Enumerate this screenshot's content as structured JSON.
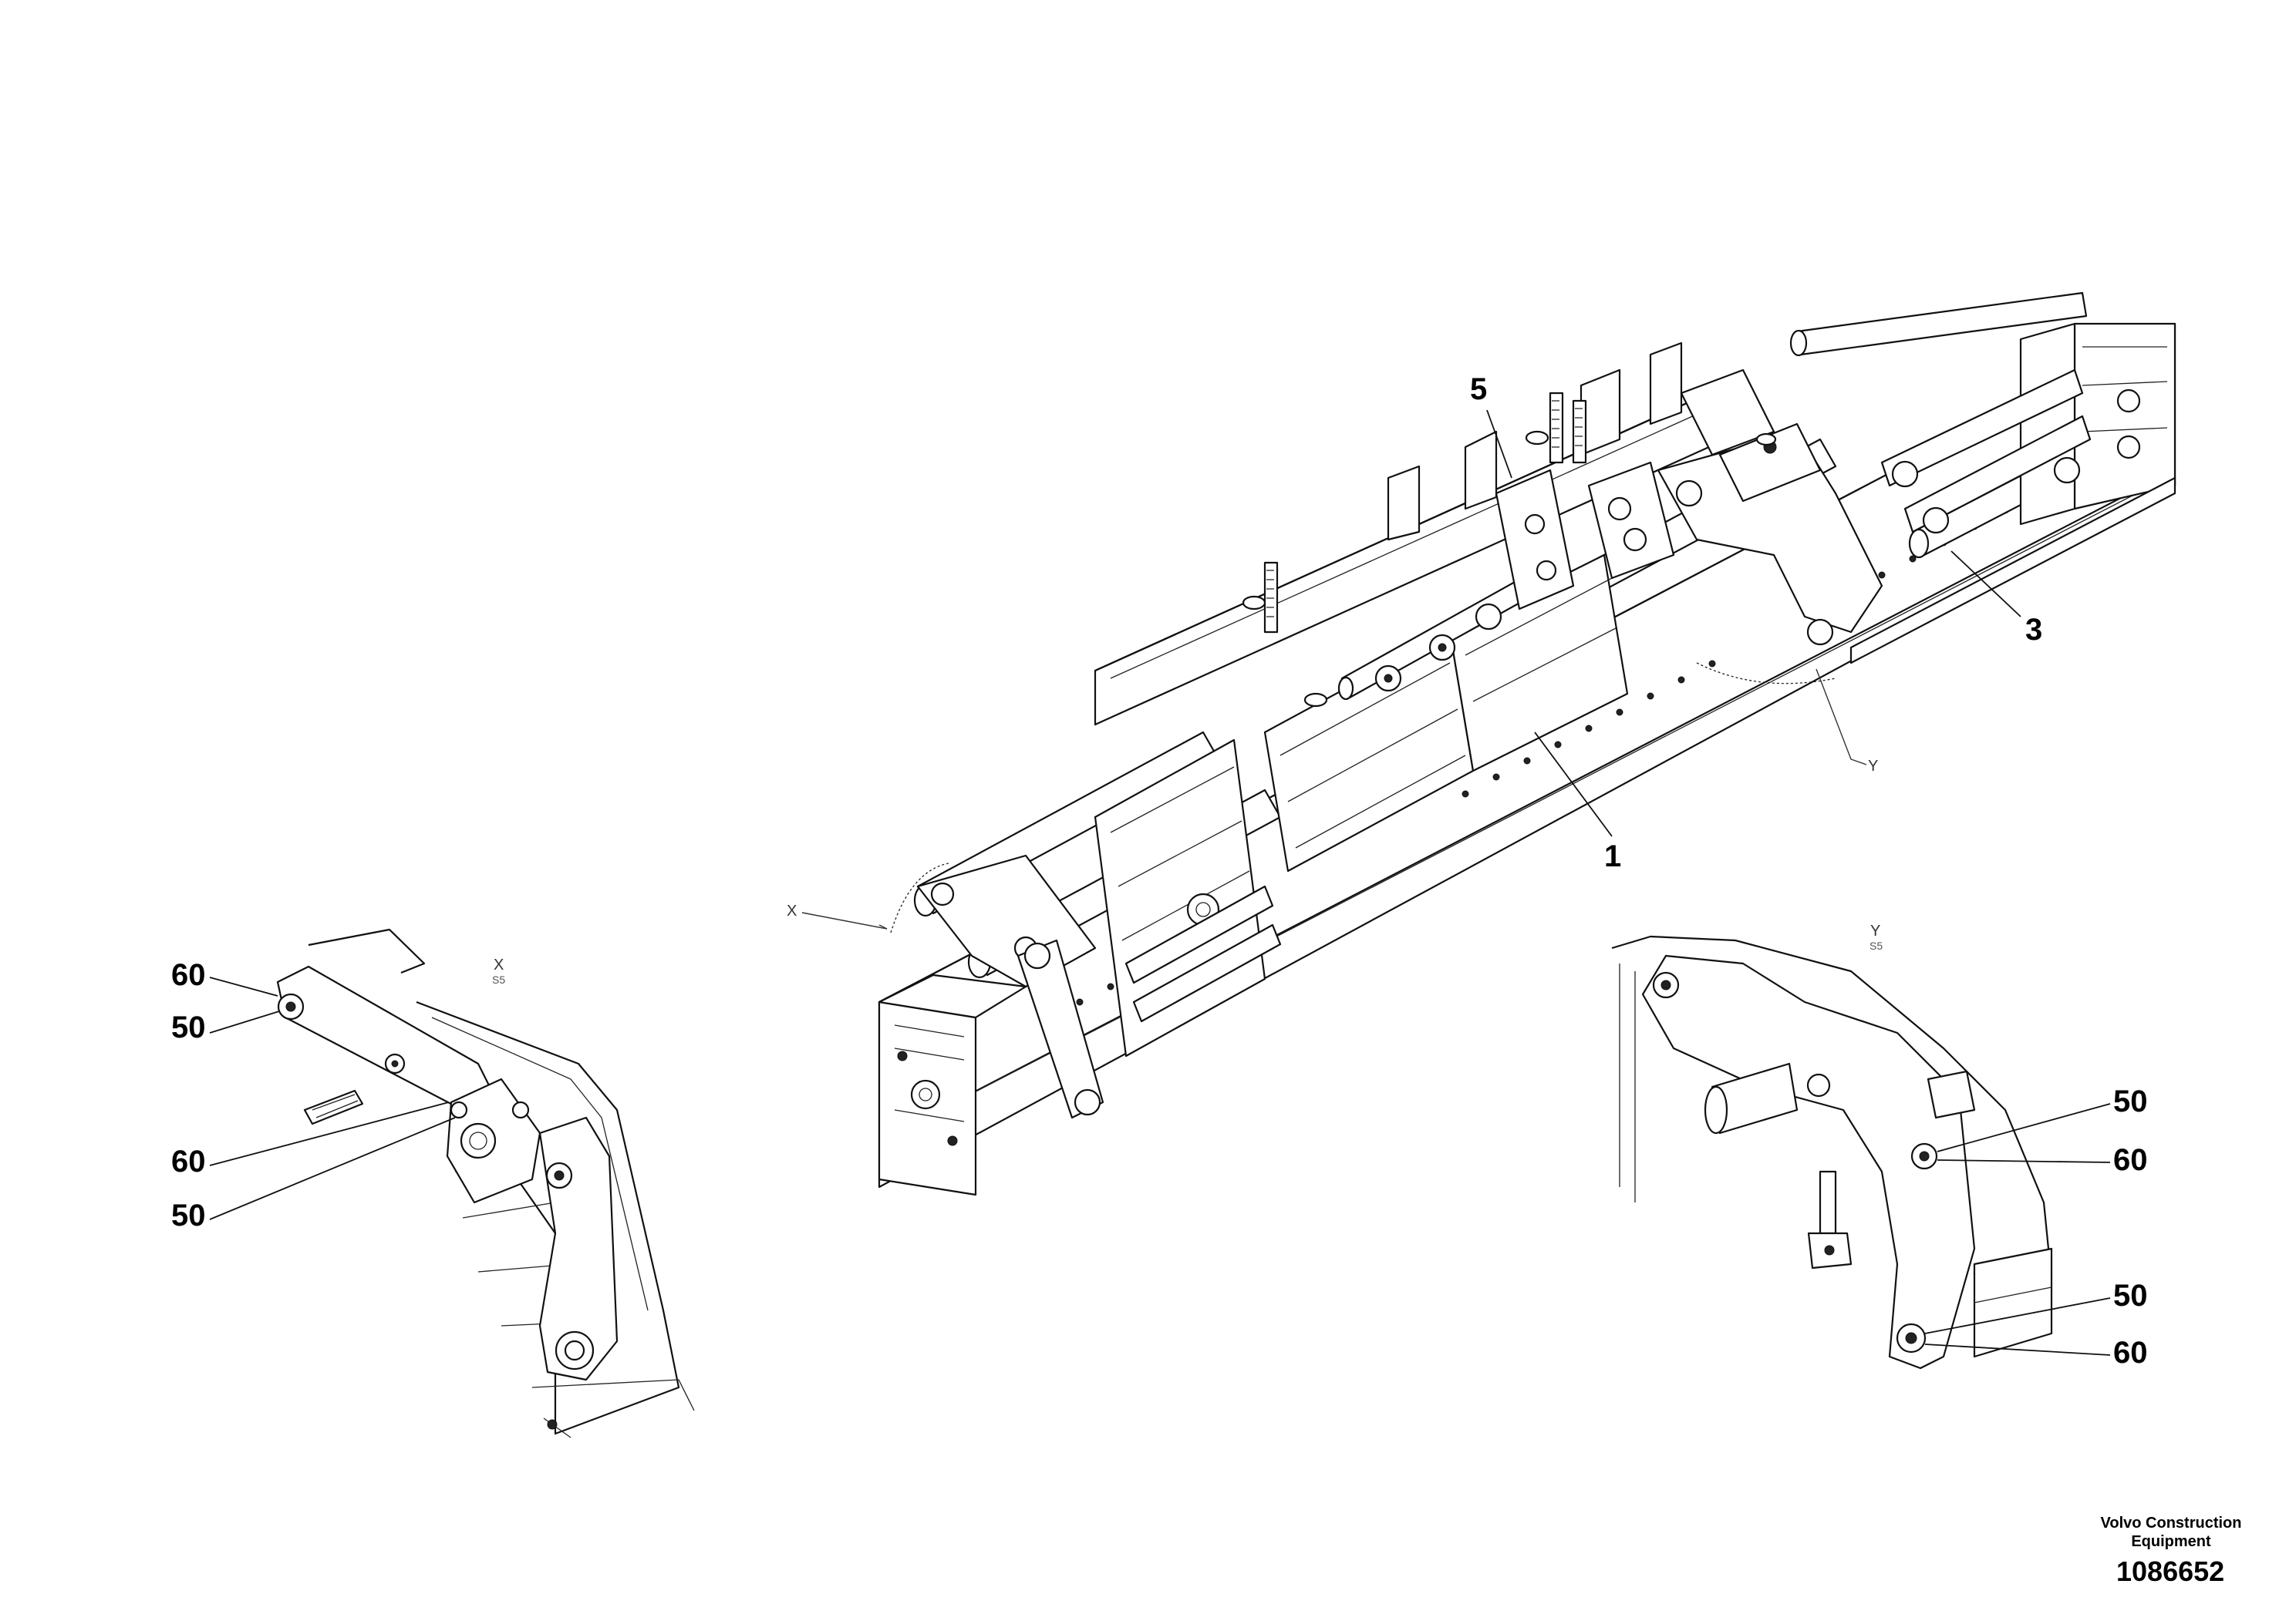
{
  "callouts": {
    "c5": "5",
    "c3": "3",
    "c1": "1",
    "left_top_60": "60",
    "left_top_50": "50",
    "left_bot_60": "60",
    "left_bot_50": "50",
    "right_top_50": "50",
    "right_top_60": "60",
    "right_bot_50": "50",
    "right_bot_60": "60"
  },
  "views": {
    "x_marker": "X",
    "y_marker": "Y",
    "x_detail_letter": "X",
    "x_detail_scale": "S5",
    "y_detail_letter": "Y",
    "y_detail_scale": "S5"
  },
  "footer": {
    "brand_line1": "Volvo Construction",
    "brand_line2": "Equipment",
    "doc_number": "1086652"
  }
}
